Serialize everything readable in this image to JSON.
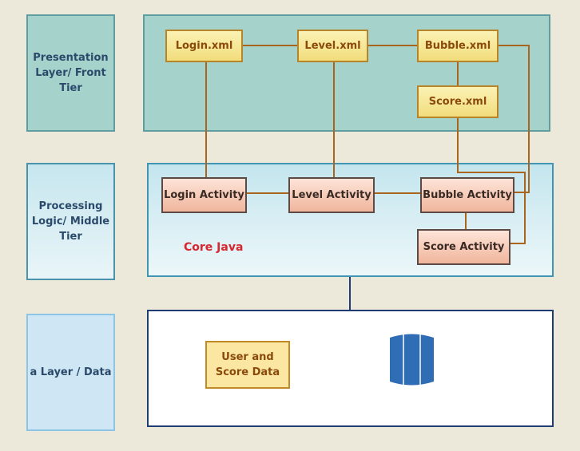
{
  "tiers": {
    "presentation": "Presentation Layer/ Front Tier",
    "processing": "Processing Logic/ Middle Tier",
    "data": "a Layer /  Data"
  },
  "xml_files": {
    "login": "Login.xml",
    "level": "Level.xml",
    "bubble": "Bubble.xml",
    "score": "Score.xml"
  },
  "activities": {
    "login": "Login Activity",
    "level": "Level Activity",
    "bubble": "Bubble Activity",
    "score": "Score Activity"
  },
  "core_label": "Core Java",
  "data_store": "User and Score Data",
  "colors": {
    "background": "#ede9da",
    "presentation_fill": "#a6d2cc",
    "xml_border": "#b88429",
    "connector": "#a9651e",
    "core_java_text": "#d7262f",
    "database_icon": "#2f6db5",
    "data_panel_border": "#1f3c73"
  },
  "icons": {
    "database": "database-cylinder-icon"
  }
}
